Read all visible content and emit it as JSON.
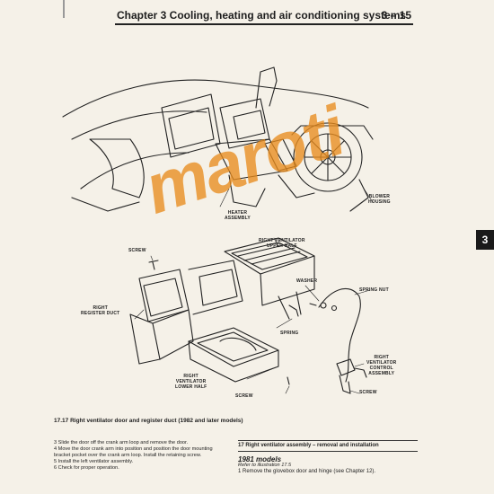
{
  "header": {
    "title": "Chapter 3  Cooling, heating and air conditioning systems",
    "page_number": "3 – 15"
  },
  "chapter_tab": "3",
  "labels": {
    "screw_top": "SCREW",
    "heater_assembly": "HEATER\nASSEMBLY",
    "blower_housing": "BLOWER\nHOUSING",
    "right_vent_upper": "RIGHT VENTILATOR\nUPPER HALF",
    "washer": "WASHER",
    "spring_nut": "SPRING NUT",
    "right_register_duct": "RIGHT\nREGISTER DUCT",
    "spring": "SPRING",
    "right_vent_lower": "RIGHT\nVENTILATOR\nLOWER HALF",
    "right_vent_control": "RIGHT\nVENTILATOR\nCONTROL\nASSEMBLY",
    "screw_bottom": "SCREW",
    "screw_right": "SCREW"
  },
  "watermark": "maroti",
  "figure_caption": "17.17  Right ventilator door and register duct (1982 and later models)",
  "left_steps": [
    "3   Slide the door off the crank arm loop and remove the door.",
    "4   Move the door crank arm into position and position the door mounting",
    "bracket pocket over the crank arm loop. Install the retaining screw.",
    "5   Install the left ventilator assembly.",
    "6   Check for proper operation."
  ],
  "section": {
    "heading": "17  Right ventilator assembly – removal and installation",
    "subheading": "1981 models",
    "note": "Refer to illustration 17.5",
    "step1": "1   Remove the glovebox door and hinge (see Chapter 12)."
  }
}
